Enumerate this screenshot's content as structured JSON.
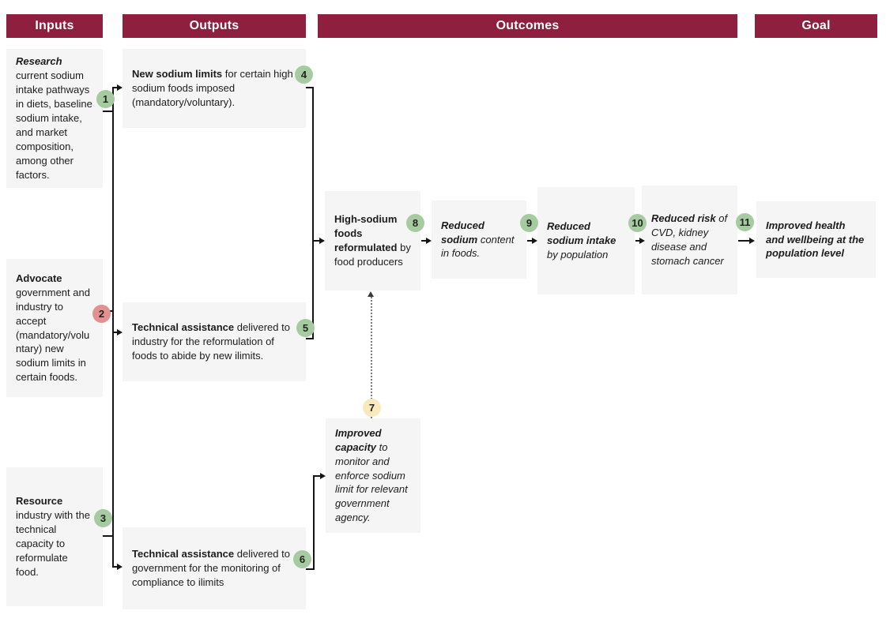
{
  "headers": {
    "inputs": "Inputs",
    "outputs": "Outputs",
    "outcomes": "Outcomes",
    "goal": "Goal"
  },
  "colors": {
    "header_bg": "#8E1F3F",
    "header_text": "#FFFFFF",
    "box_bg": "#F5F5F5",
    "badge_green": "#A7CBA1",
    "badge_pink": "#E29190",
    "badge_yellow": "#F9E9BD",
    "connector": "#151515"
  },
  "inputs": [
    {
      "badge": "1",
      "badge_color": "green",
      "lead": "Research",
      "text": "current sodium intake pathways in diets, baseline sodium intake, and market composition, among other factors."
    },
    {
      "badge": "2",
      "badge_color": "pink",
      "lead": "Advocate",
      "text": "government and industry to accept (mandatory/voluntary) new sodium limits in certain foods."
    },
    {
      "badge": "3",
      "badge_color": "green",
      "lead": "Resource",
      "text": "industry with the technical capacity to reformulate food."
    }
  ],
  "outputs": [
    {
      "badge": "4",
      "badge_color": "green",
      "lead": "New sodium limits",
      "text": "for certain high sodium foods imposed (mandatory/voluntary)."
    },
    {
      "badge": "5",
      "badge_color": "green",
      "lead": "Technical assistance",
      "text": "delivered to industry for the reformulation of foods to abide by new ilimits."
    },
    {
      "badge": "6",
      "badge_color": "green",
      "lead": "Technical assistance",
      "text": "delivered to government for the monitoring of compliance to ilimits"
    }
  ],
  "outcomes": [
    {
      "badge": "8",
      "badge_color": "green",
      "lead": "High-sodium foods reformulated",
      "text": "by food producers"
    },
    {
      "badge": "9",
      "badge_color": "green",
      "lead": "Reduced sodium",
      "text": "content in foods."
    },
    {
      "badge": "10",
      "badge_color": "green",
      "lead": "Reduced sodium intake",
      "text": "by population"
    },
    {
      "badge": "11",
      "badge_color": "green",
      "lead": "Reduced risk",
      "text": "of CVD, kidney disease and stomach cancer"
    },
    {
      "badge": "7",
      "badge_color": "yellow",
      "lead": "Improved capacity",
      "text": "to monitor and enforce sodium limit for relevant government agency."
    }
  ],
  "goal": {
    "text": "Improved health and wellbeing at the population level"
  }
}
